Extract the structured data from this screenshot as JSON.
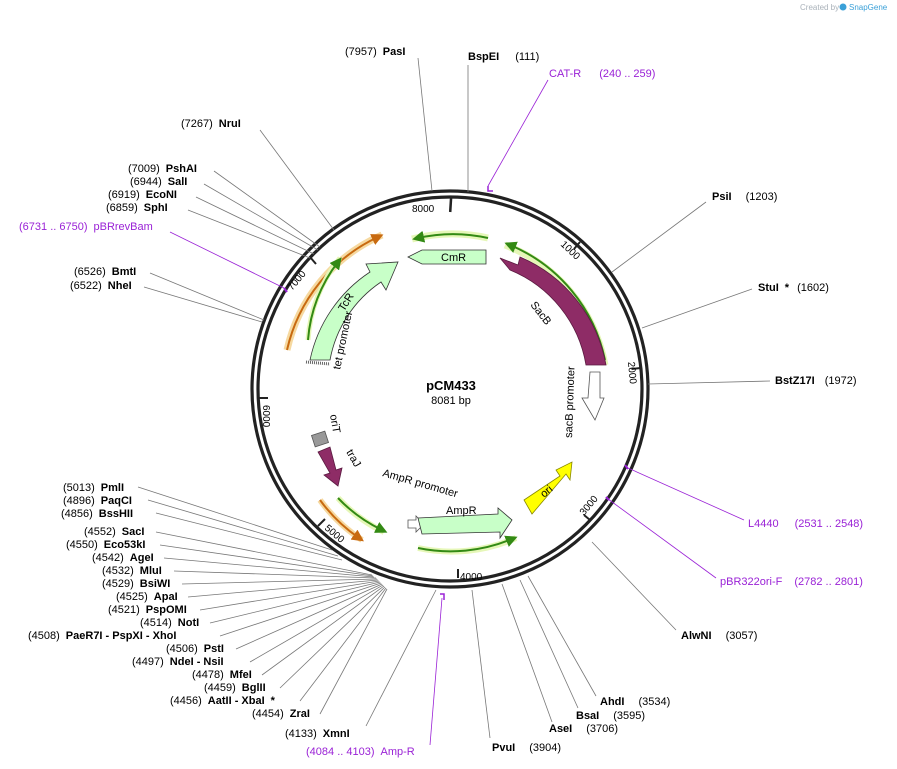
{
  "plasmid": {
    "name": "pCM433",
    "length_label": "8081 bp",
    "length": 8081
  },
  "credit": {
    "prefix": "Created by",
    "brand": "SnapGene"
  },
  "colors": {
    "backbone": "#222222",
    "leader": "#777777",
    "primer": "#9a22d6",
    "marker_line": "#8a1cc9",
    "sacb": "#8e2c66",
    "cds_light": "#c8ffc8",
    "ori": "#ffff00",
    "arrow_green": "#338a14",
    "arrow_orange": "#c86a10",
    "ori_t": "#999999"
  },
  "ticks": [
    {
      "pos": 1000,
      "label": "1000"
    },
    {
      "pos": 2000,
      "label": "2000"
    },
    {
      "pos": 3000,
      "label": "3000"
    },
    {
      "pos": 4000,
      "label": "4000"
    },
    {
      "pos": 5000,
      "label": "5000"
    },
    {
      "pos": 6000,
      "label": "6000"
    },
    {
      "pos": 7000,
      "label": "7000"
    },
    {
      "pos": 8000,
      "label": "8000"
    }
  ],
  "sites": [
    {
      "pos": "(7957)",
      "name": "PasI",
      "star": ""
    },
    {
      "pos": "(111)",
      "name": "BspEI",
      "star": ""
    },
    {
      "pos": "(7267)",
      "name": "NruI",
      "star": ""
    },
    {
      "pos": "(7009)",
      "name": "PshAI",
      "star": ""
    },
    {
      "pos": "(6944)",
      "name": "SalI",
      "star": ""
    },
    {
      "pos": "(6919)",
      "name": "EcoNI",
      "star": ""
    },
    {
      "pos": "(6859)",
      "name": "SphI",
      "star": ""
    },
    {
      "pos": "(6526)",
      "name": "BmtI",
      "star": ""
    },
    {
      "pos": "(6522)",
      "name": "NheI",
      "star": ""
    },
    {
      "pos": "(1203)",
      "name": "PsiI",
      "star": ""
    },
    {
      "pos": "(1602)",
      "name": "StuI",
      "star": "*"
    },
    {
      "pos": "(1972)",
      "name": "BstZ17I",
      "star": ""
    },
    {
      "pos": "(3057)",
      "name": "AlwNI",
      "star": ""
    },
    {
      "pos": "(3534)",
      "name": "AhdI",
      "star": ""
    },
    {
      "pos": "(3595)",
      "name": "BsaI",
      "star": ""
    },
    {
      "pos": "(3706)",
      "name": "AseI",
      "star": ""
    },
    {
      "pos": "(3904)",
      "name": "PvuI",
      "star": ""
    },
    {
      "pos": "(4133)",
      "name": "XmnI",
      "star": ""
    },
    {
      "pos": "(5013)",
      "name": "PmlI",
      "star": ""
    },
    {
      "pos": "(4896)",
      "name": "PaqCI",
      "star": ""
    },
    {
      "pos": "(4856)",
      "name": "BssHII",
      "star": ""
    },
    {
      "pos": "(4552)",
      "name": "SacI",
      "star": ""
    },
    {
      "pos": "(4550)",
      "name": "Eco53kI",
      "star": ""
    },
    {
      "pos": "(4542)",
      "name": "AgeI",
      "star": ""
    },
    {
      "pos": "(4532)",
      "name": "MluI",
      "star": ""
    },
    {
      "pos": "(4529)",
      "name": "BsiWI",
      "star": ""
    },
    {
      "pos": "(4525)",
      "name": "ApaI",
      "star": ""
    },
    {
      "pos": "(4521)",
      "name": "PspOMI",
      "star": ""
    },
    {
      "pos": "(4514)",
      "name": "NotI",
      "star": ""
    },
    {
      "pos": "(4508)",
      "name": "PaeR7I - PspXI - XhoI",
      "star": ""
    },
    {
      "pos": "(4506)",
      "name": "PstI",
      "star": ""
    },
    {
      "pos": "(4497)",
      "name": "NdeI - NsiI",
      "star": ""
    },
    {
      "pos": "(4478)",
      "name": "MfeI",
      "star": ""
    },
    {
      "pos": "(4459)",
      "name": "BglII",
      "star": ""
    },
    {
      "pos": "(4456)",
      "name": "AatII - XbaI",
      "star": "*"
    },
    {
      "pos": "(4454)",
      "name": "ZraI",
      "star": ""
    }
  ],
  "primers": [
    {
      "name": "CAT-R",
      "range": "(240 .. 259)"
    },
    {
      "name": "pBRrevBam",
      "range": "(6731 .. 6750)"
    },
    {
      "name": "L4440",
      "range": "(2531 .. 2548)"
    },
    {
      "name": "pBR322ori-F",
      "range": "(2782 .. 2801)"
    },
    {
      "name": "Amp-R",
      "range": "(4084 .. 4103)"
    }
  ],
  "features": [
    {
      "name": "CmR",
      "type": "cds"
    },
    {
      "name": "SacB",
      "type": "cds"
    },
    {
      "name": "sacB promoter",
      "type": "promoter"
    },
    {
      "name": "TcR",
      "type": "cds"
    },
    {
      "name": "tet promoter",
      "type": "promoter"
    },
    {
      "name": "oriT",
      "type": "origin"
    },
    {
      "name": "traJ",
      "type": "cds"
    },
    {
      "name": "AmpR promoter",
      "type": "promoter"
    },
    {
      "name": "AmpR",
      "type": "cds"
    },
    {
      "name": "ori",
      "type": "origin"
    }
  ]
}
